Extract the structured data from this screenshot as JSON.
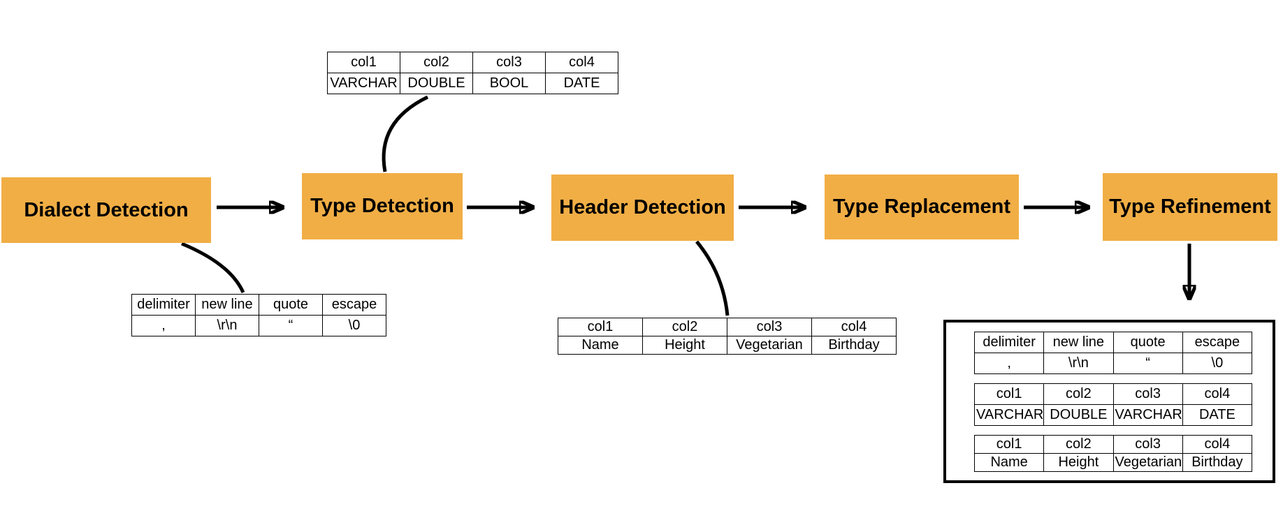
{
  "colors": {
    "box_fill": "#F1AE45",
    "ink": "#000000",
    "bg": "#FFFFFF"
  },
  "pipeline": {
    "steps": [
      {
        "label": "Dialect Detection"
      },
      {
        "label": "Type Detection"
      },
      {
        "label": "Header Detection"
      },
      {
        "label": "Type Replacement"
      },
      {
        "label": "Type Refinement"
      }
    ]
  },
  "tables": {
    "type_detection_output": {
      "headers": [
        "col1",
        "col2",
        "col3",
        "col4"
      ],
      "values": [
        "VARCHAR",
        "DOUBLE",
        "BOOL",
        "DATE"
      ]
    },
    "dialect_detection_output": {
      "headers": [
        "delimiter",
        "new line",
        "quote",
        "escape"
      ],
      "values": [
        ",",
        "\\r\\n",
        "“",
        "\\0"
      ]
    },
    "header_detection_output": {
      "headers": [
        "col1",
        "col2",
        "col3",
        "col4"
      ],
      "values": [
        "Name",
        "Height",
        "Vegetarian",
        "Birthday"
      ]
    },
    "final_result": {
      "dialect": {
        "headers": [
          "delimiter",
          "new line",
          "quote",
          "escape"
        ],
        "values": [
          ",",
          "\\r\\n",
          "“",
          "\\0"
        ]
      },
      "types": {
        "headers": [
          "col1",
          "col2",
          "col3",
          "col4"
        ],
        "values": [
          "VARCHAR",
          "DOUBLE",
          "VARCHAR",
          "DATE"
        ]
      },
      "header": {
        "headers": [
          "col1",
          "col2",
          "col3",
          "col4"
        ],
        "values": [
          "Name",
          "Height",
          "Vegetarian",
          "Birthday"
        ]
      }
    }
  }
}
